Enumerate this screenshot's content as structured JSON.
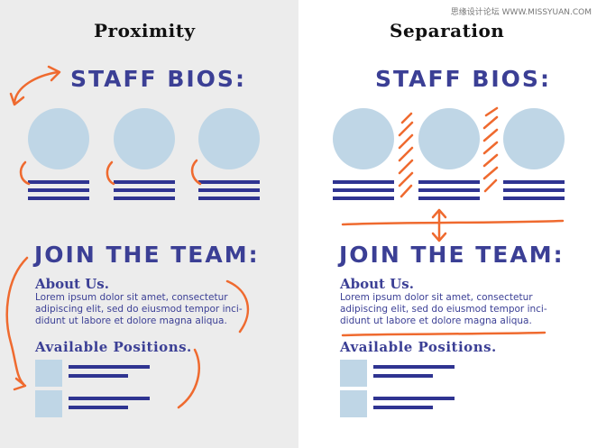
{
  "watermark": "思缘设计论坛 WWW.MISSYUAN.COM",
  "colors": {
    "accent": "#3b3f95",
    "circle": "#bfd6e6",
    "arrow": "#ef6a2f",
    "left_bg": "#ececec"
  },
  "left": {
    "heading": "Proximity",
    "staff_title": "STAFF BIOS:",
    "join_title": "JOIN THE TEAM:",
    "about_heading": "About Us.",
    "lorem": [
      "Lorem ipsum dolor sit amet, consectetur",
      "adipiscing elit, sed do eiusmod tempor inci-",
      "didunt ut labore et dolore magna aliqua."
    ],
    "positions_heading": "Available Positions."
  },
  "right": {
    "heading": "Separation",
    "staff_title": "STAFF BIOS:",
    "join_title": "JOIN THE TEAM:",
    "about_heading": "About Us.",
    "lorem": [
      "Lorem ipsum dolor sit amet, consectetur",
      "adipiscing elit, sed do eiusmod tempor inci-",
      "didunt ut labore et dolore magna aliqua."
    ],
    "positions_heading": "Available Positions."
  }
}
